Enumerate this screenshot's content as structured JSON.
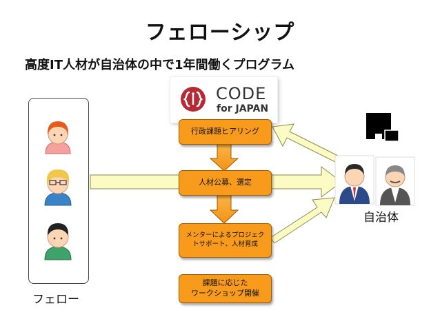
{
  "title": "フェローシップ",
  "subtitle": "高度IT人材が自治体の中で1年間働くプログラム",
  "logo": {
    "line1": "CODE",
    "line2": "for JAPAN"
  },
  "fellow_label": "フェロー",
  "municipality_label": "自治体",
  "steps": [
    {
      "label": "行政課題ヒアリング"
    },
    {
      "label": "人材公募、選定"
    },
    {
      "label": "メンターによるプロジェク\nトサポート、人材育成"
    },
    {
      "label": "課題に応じた\nワークショップ開催"
    }
  ],
  "colors": {
    "step_fill": "#f89b1c",
    "arrow_orange": "#f7a01f",
    "arrow_yellow": "#fdfbc4"
  },
  "icons": [
    "fellow-woman-icon",
    "fellow-man-glasses-icon",
    "fellow-man-green-icon",
    "official-suit-icon",
    "official-elder-icon",
    "building-icon"
  ]
}
